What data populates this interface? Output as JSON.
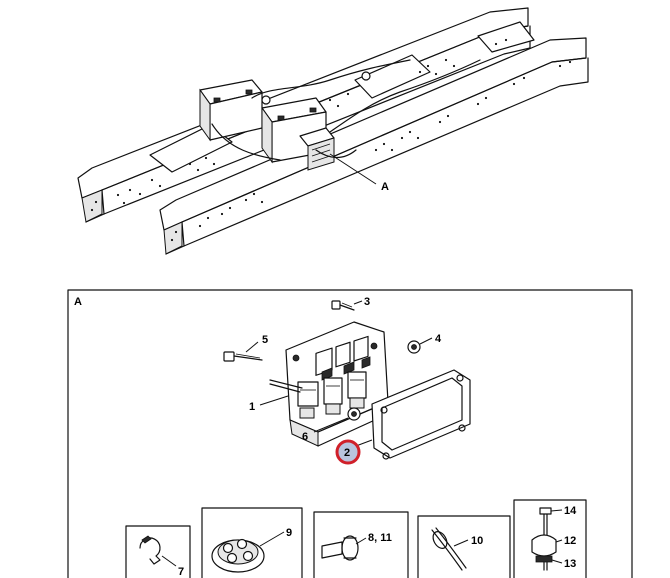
{
  "figure": {
    "overview_callout": "A",
    "detail_title": "A",
    "callouts": {
      "c1": "1",
      "c2": "2",
      "c3": "3",
      "c4": "4",
      "c5": "5",
      "c6": "6",
      "c7": "7",
      "c8_11": "8, 11",
      "c9": "9",
      "c10": "10",
      "c12": "12",
      "c13": "13",
      "c14": "14"
    },
    "highlight_color": "#d0202a",
    "highlight_fill": "#b9c4de"
  }
}
